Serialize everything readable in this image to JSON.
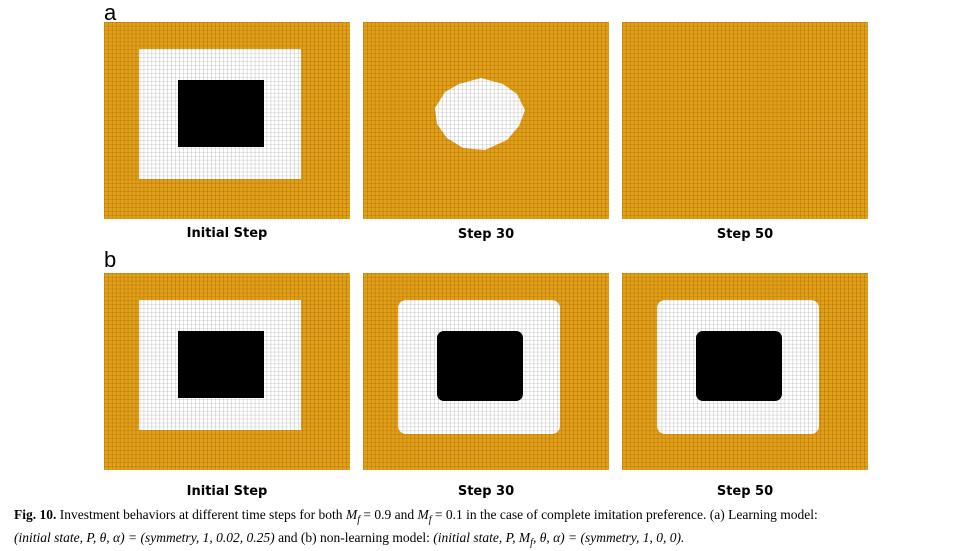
{
  "figure": {
    "rows": [
      {
        "letter": "a",
        "panels": [
          {
            "label": "Initial Step",
            "outer": "square",
            "inner": "square"
          },
          {
            "label": "Step 30",
            "outer": "blob",
            "inner": "none"
          },
          {
            "label": "Step 50",
            "outer": "none",
            "inner": "none"
          }
        ]
      },
      {
        "letter": "b",
        "panels": [
          {
            "label": "Initial Step",
            "outer": "square",
            "inner": "square"
          },
          {
            "label": "Step 30",
            "outer": "rounded",
            "inner": "rounded"
          },
          {
            "label": "Step 50",
            "outer": "rounded",
            "inner": "rounded"
          }
        ]
      }
    ],
    "colors": {
      "background": "#e3a016",
      "grid_line": "#8a5a10",
      "white_region": "#ffffff",
      "black_region": "#000000"
    }
  },
  "caption": {
    "fig_label": "Fig. 10.",
    "text_1": "Investment behaviors at different time steps for both ",
    "mf1": "M",
    "mf1_sub": "f",
    "eq1": " = 0.9 and ",
    "mf2": "M",
    "mf2_sub": "f",
    "eq2": " = 0.1 in the case of complete imitation preference. (a) Learning model:",
    "line2_a_tuple": "(initial state, P, θ, α)",
    "line2_a_value": " = (symmetry, 1, 0.02, 0.25)",
    "line2_mid": " and (b) non-learning model: ",
    "line2_b_tuple": "(initial state, P, M",
    "line2_b_sub": "f",
    "line2_b_tuple_end": ", θ, α)",
    "line2_b_value": " = (symmetry, 1, 0, 0)."
  }
}
